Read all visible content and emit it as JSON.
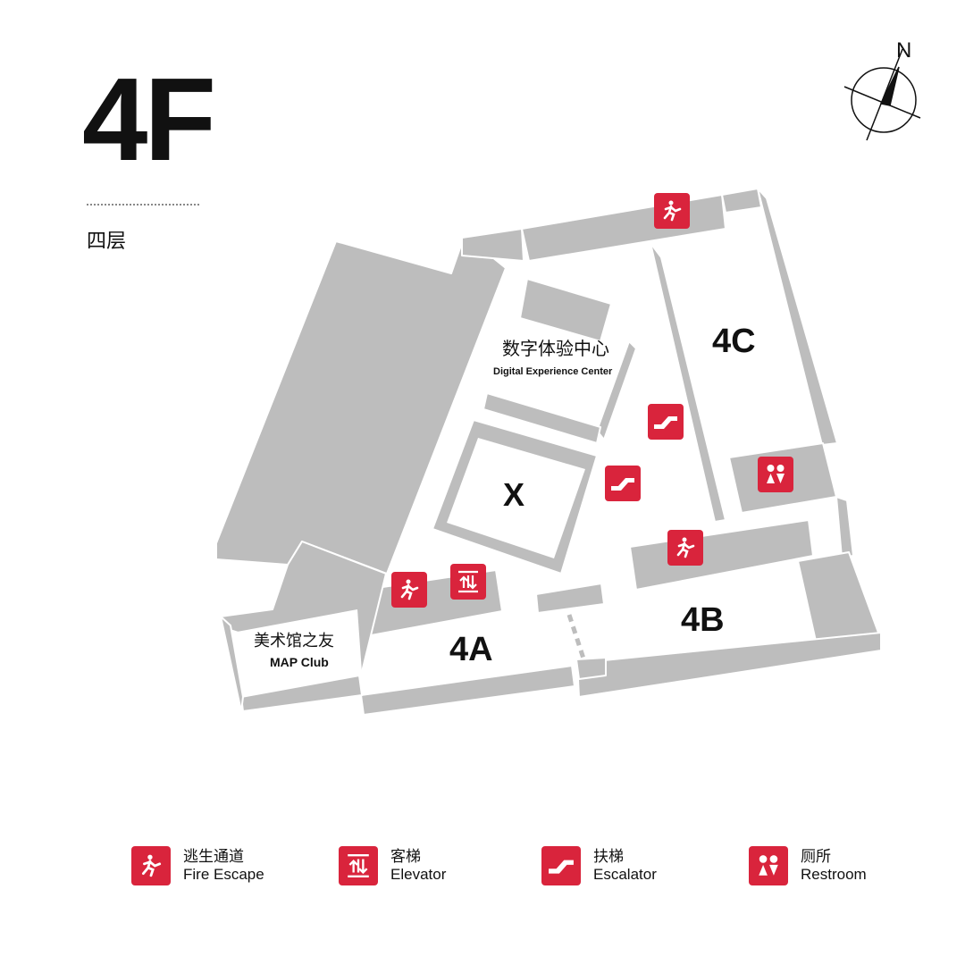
{
  "header": {
    "floor": "4F",
    "floor_cn": "四层"
  },
  "areas": {
    "a4": "4A",
    "b4": "4B",
    "c4": "4C",
    "x": "X",
    "digital_cn": "数字体验中心",
    "digital_en": "Digital Experience Center",
    "club_cn": "美术馆之友",
    "club_en": "MAP Club"
  },
  "compass": {
    "label": "N"
  },
  "legend": [
    {
      "icon": "fire-escape-icon",
      "cn": "逃生通道",
      "en": "Fire Escape"
    },
    {
      "icon": "elevator-icon",
      "cn": "客梯",
      "en": "Elevator"
    },
    {
      "icon": "escalator-icon",
      "cn": "扶梯",
      "en": "Escalator"
    },
    {
      "icon": "restroom-icon",
      "cn": "厕所",
      "en": "Restroom"
    }
  ],
  "colors": {
    "accent": "#d9243c",
    "wall": "#bdbdbd"
  }
}
